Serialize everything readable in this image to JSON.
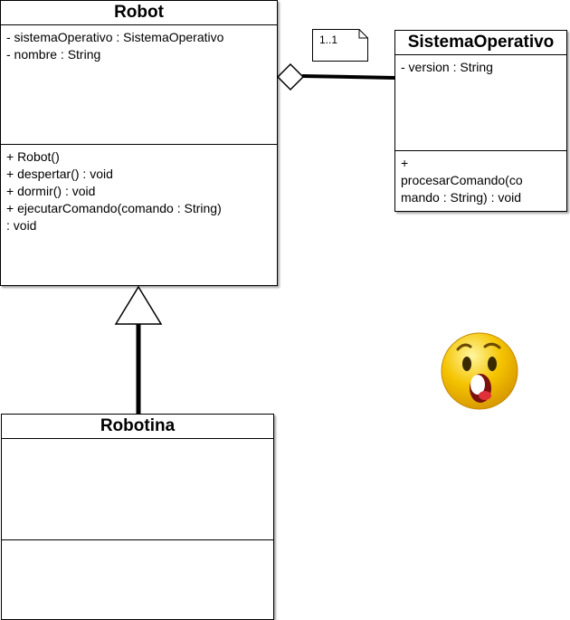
{
  "classes": {
    "robot": {
      "name": "Robot",
      "attributes": [
        "- sistemaOperativo : SistemaOperativo",
        "- nombre : String"
      ],
      "operations": [
        "+ Robot()",
        "+ despertar() : void",
        "+ dormir() : void",
        "+ ejecutarComando(comando : String)",
        ": void"
      ]
    },
    "sistema_operativo": {
      "name": "SistemaOperativo",
      "attributes": [
        "- version : String"
      ],
      "operations": [
        "+",
        "procesarComando(co",
        "mando : String) : void"
      ]
    },
    "robotina": {
      "name": "Robotina",
      "attributes": [],
      "operations": []
    }
  },
  "relations": {
    "aggregation": {
      "multiplicity": "1..1"
    },
    "generalization": {}
  },
  "decorations": {
    "emoji": "surprised-face-icon",
    "emoji_color": "#f5c400"
  }
}
